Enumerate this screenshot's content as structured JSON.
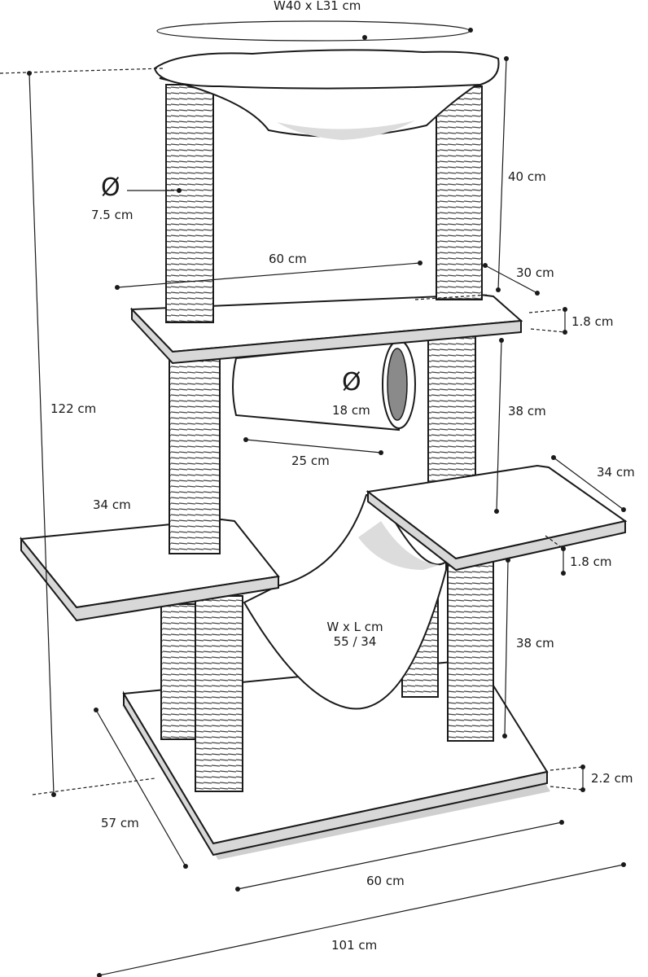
{
  "colors": {
    "stroke": "#1a1a1a",
    "fill": "#ffffff",
    "shade": "#dcdcdc",
    "sisal": "#cfcfcf"
  },
  "labels": {
    "top_hammock": "W40 x L31 cm",
    "post_diameter_symbol": "Ø",
    "post_diameter": "7.5 cm",
    "top_post_height": "40 cm",
    "top_platform_width": "60 cm",
    "top_platform_depth": "30 cm",
    "top_platform_thickness": "1.8 cm",
    "tunnel_diameter_symbol": "Ø",
    "tunnel_diameter": "18 cm",
    "tunnel_length": "25 cm",
    "middle_post_height": "38 cm",
    "total_height": "122 cm",
    "left_platform_width": "34 cm",
    "right_platform_width": "34 cm",
    "right_platform_thickness": "1.8 cm",
    "hammock_line1": "W x L cm",
    "hammock_line2": "55 / 34",
    "lower_post_height": "38 cm",
    "base_thickness": "2.2 cm",
    "base_depth": "57 cm",
    "base_width": "60 cm",
    "total_width": "101 cm"
  }
}
